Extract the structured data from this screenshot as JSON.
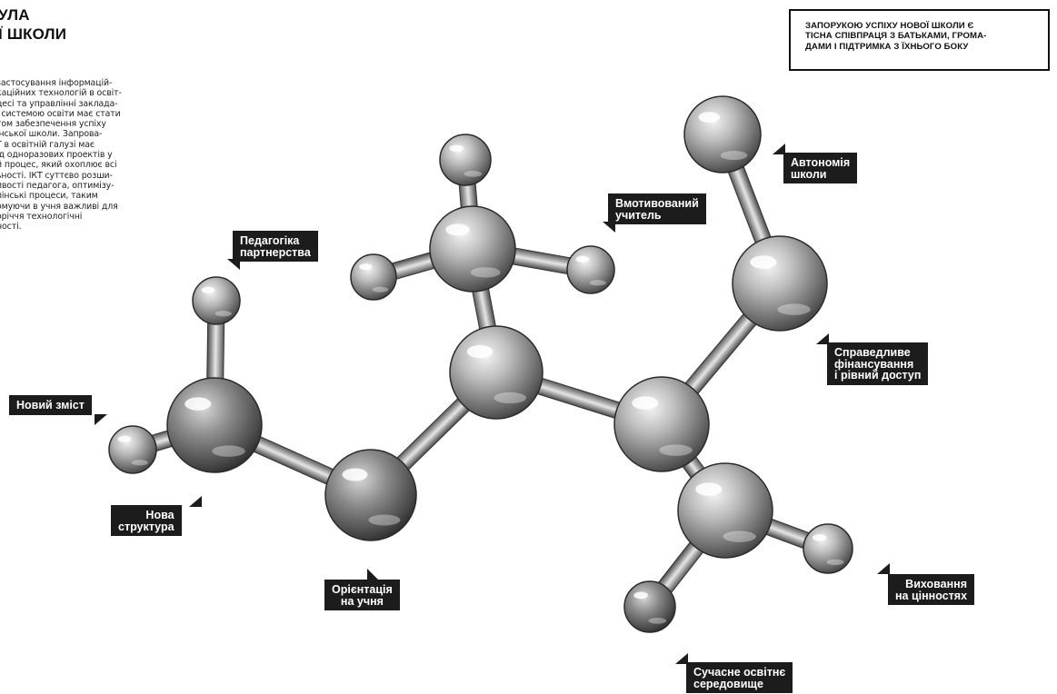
{
  "title": "УЛА\nЇ ШКОЛИ",
  "body_text": "застосування інформацій-\nкаційних технологій в освіт-\nцесі та управлінні заклада-\nі системою освіти має стати\nтом забезпечення успіху\nїнської школи. Запрова-\nТ в освітній галузі має\nід одноразових проектів у\nй процес, який охоплює всі\nьності. ІКТ суттєво розши-\nивості педагога, оптимізу-\nлінські процеси, таким\nомуючи в учня важливі для\nоріччя технологічні\nності.",
  "callout": "ЗАПОРУКОЮ УСПІХУ НОВОЇ ШКОЛИ Є\nТІСНА СПІВПРАЦЯ З БАТЬКАМИ, ГРОМА-\nДАМИ І ПІДТРИМКА З ЇХНЬОГО БОКУ",
  "labels": {
    "pedagogy": "Педагогіка\nпартнерства",
    "new_content": "Новий зміст",
    "new_structure": "Нова\nструктура",
    "student_orientation": "Орієнтація\nна учня",
    "motivated_teacher": "Вмотивований\nучитель",
    "autonomy": "Автономія\nшколи",
    "fair_funding": "Справедливе\nфінансування\nі рівний доступ",
    "values": "Виховання\nна цінностях",
    "environment": "Сучасне освітнє\nсередовище"
  }
}
